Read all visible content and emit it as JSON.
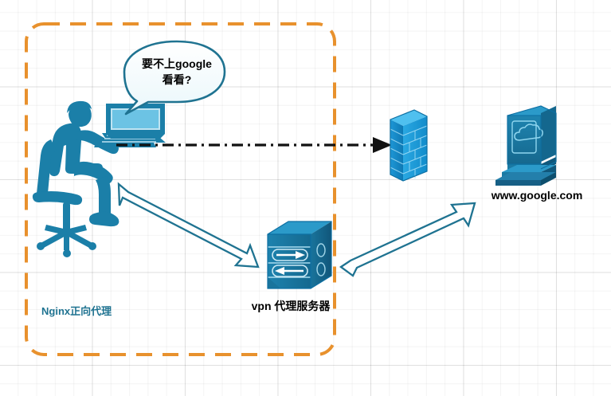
{
  "diagram": {
    "title": "Nginx forward proxy VPN network diagram",
    "background": {
      "grid": "light-gray-graph-paper",
      "page_color": "#ffffff",
      "grid_color": "#e8e8e8"
    },
    "colors": {
      "dashed_boundary": "#E8912D",
      "icon_teal": "#1B7FA8",
      "icon_bright_blue": "#1C9AD6",
      "arrow_outline": "#1F7391",
      "label_teal": "#1F7391",
      "label_black": "#000000",
      "dash_dot_line": "#111111"
    },
    "boundary": {
      "name": "nginx-forward-proxy-zone",
      "style": "dashed-rounded-rectangle",
      "label": "Nginx正向代理"
    },
    "speech_bubble": {
      "text": "要不上google\n看看?",
      "line1": "要不上google",
      "line2": "看看?",
      "outline_color": "#1F7391",
      "fill_color": "#f2fbfd"
    },
    "nodes": [
      {
        "id": "client",
        "icon": "person-at-computer-icon",
        "label": "",
        "color": "#1B7FA8"
      },
      {
        "id": "firewall",
        "icon": "firewall-brick-wall-icon",
        "label": "",
        "color": "#1C9AD6"
      },
      {
        "id": "vpn-server",
        "icon": "router-server-icon",
        "label": "vpn 代理服务器",
        "label_line1": "vpn 代理服务",
        "label_line2": "器",
        "color": "#1B7FA8"
      },
      {
        "id": "google",
        "icon": "cloud-monitor-icon",
        "label": "www.google.com",
        "label_line1": "www.google.co",
        "label_line2": "m",
        "color": "#1B7FA8"
      }
    ],
    "connectors": [
      {
        "id": "client-to-firewall",
        "style": "dash-dot-line-with-solid-arrowhead",
        "color": "#111111",
        "from": "client",
        "to": "firewall"
      },
      {
        "id": "client-to-vpn",
        "style": "hollow-block-arrow",
        "color": "#1F7391",
        "from": "client",
        "to": "vpn-server"
      },
      {
        "id": "vpn-to-google",
        "style": "hollow-block-arrow",
        "color": "#1F7391",
        "from": "vpn-server",
        "to": "google"
      }
    ]
  }
}
